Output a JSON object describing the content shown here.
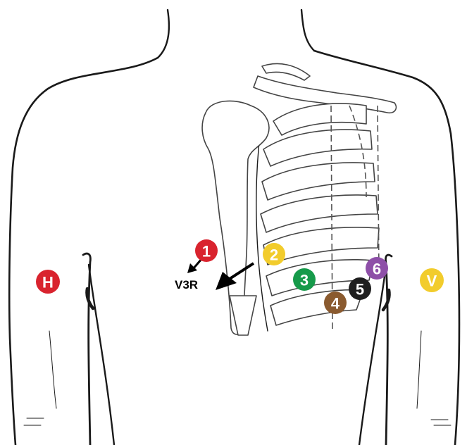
{
  "electrodes": {
    "H": {
      "label": "H",
      "color": "#d9232e"
    },
    "e1": {
      "label": "1",
      "color": "#d9232e"
    },
    "e2": {
      "label": "2",
      "color": "#f2cc2c"
    },
    "e3": {
      "label": "3",
      "color": "#169a4a"
    },
    "e4": {
      "label": "4",
      "color": "#8a5a2f"
    },
    "e5": {
      "label": "5",
      "color": "#1e1e1e"
    },
    "e6": {
      "label": "6",
      "color": "#8e4fa8"
    },
    "V": {
      "label": "V",
      "color": "#f2cc2c"
    }
  },
  "annotation": {
    "label": "V3R"
  }
}
